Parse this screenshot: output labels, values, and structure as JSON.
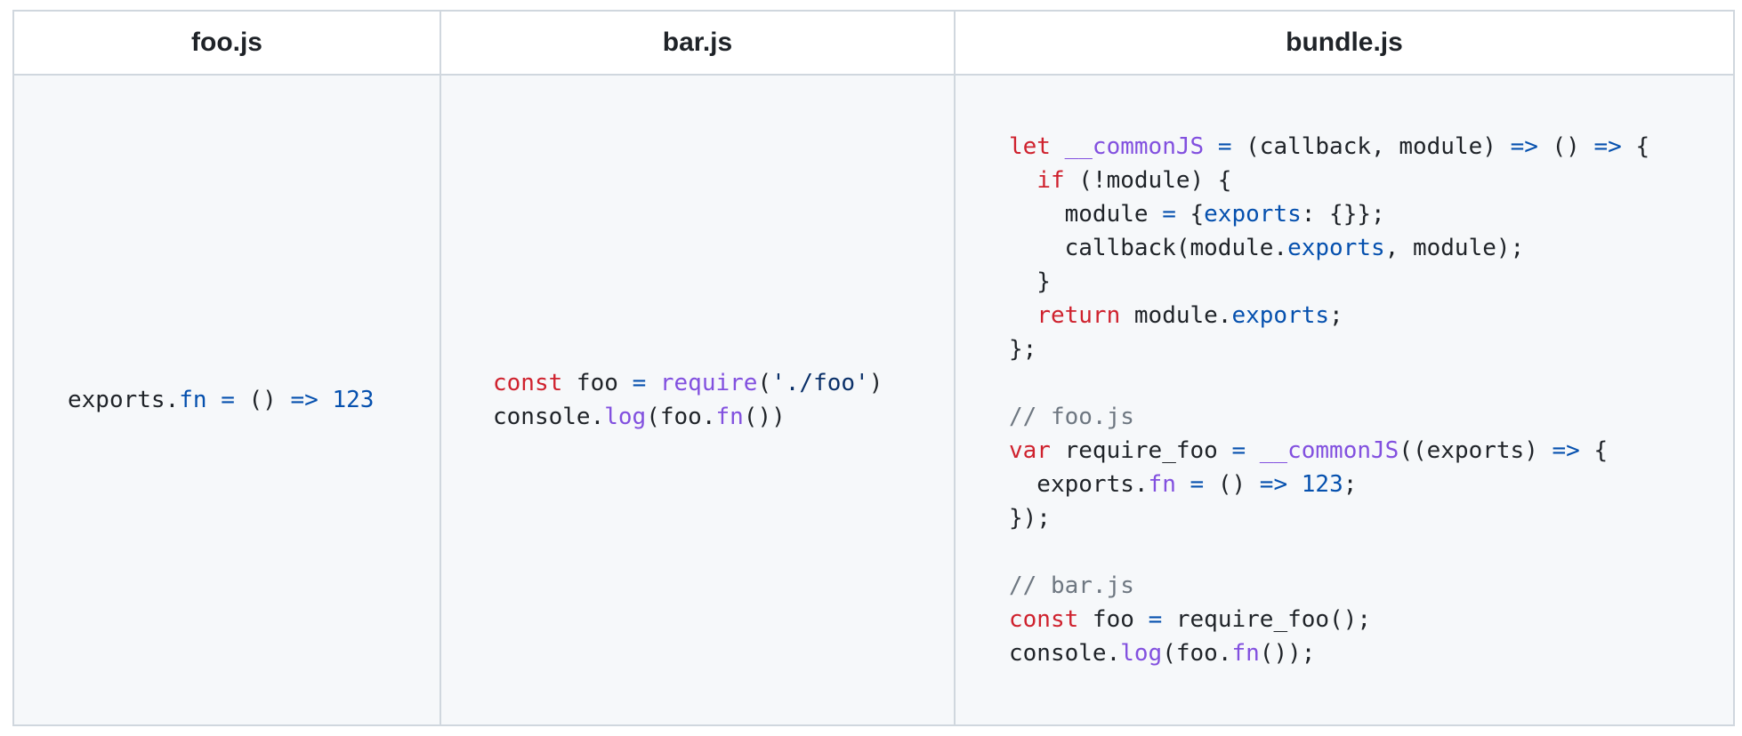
{
  "table": {
    "headers": [
      "foo.js",
      "bar.js",
      "bundle.js"
    ]
  },
  "colors": {
    "keyword": "#cf222e",
    "function": "#8250df",
    "property": "#0550ae",
    "string": "#0a3069",
    "comment": "#6e7781",
    "text": "#1f2328",
    "cell_background": "#f6f8fa",
    "border": "#d0d7de"
  },
  "files": [
    {
      "name": "foo.js",
      "lines": [
        [
          [
            "plain",
            "exports."
          ],
          [
            "prop",
            "fn"
          ],
          [
            "op",
            " = "
          ],
          [
            "plain",
            "() "
          ],
          [
            "op",
            "=>"
          ],
          [
            "plain",
            " "
          ],
          [
            "num",
            "123"
          ]
        ]
      ]
    },
    {
      "name": "bar.js",
      "lines": [
        [
          [
            "keyword",
            "const"
          ],
          [
            "plain",
            " foo "
          ],
          [
            "op",
            "="
          ],
          [
            "plain",
            " "
          ],
          [
            "func",
            "require"
          ],
          [
            "plain",
            "("
          ],
          [
            "str",
            "'./foo'"
          ],
          [
            "plain",
            ")"
          ]
        ],
        [
          [
            "plain",
            "console."
          ],
          [
            "func",
            "log"
          ],
          [
            "plain",
            "(foo."
          ],
          [
            "func",
            "fn"
          ],
          [
            "plain",
            "())"
          ]
        ]
      ]
    },
    {
      "name": "bundle.js",
      "lines": [
        [
          [
            "keyword",
            "let"
          ],
          [
            "plain",
            " "
          ],
          [
            "func",
            "__commonJS"
          ],
          [
            "plain",
            " "
          ],
          [
            "op",
            "="
          ],
          [
            "plain",
            " (callback, module) "
          ],
          [
            "op",
            "=>"
          ],
          [
            "plain",
            " () "
          ],
          [
            "op",
            "=>"
          ],
          [
            "plain",
            " {"
          ]
        ],
        [
          [
            "plain",
            "  "
          ],
          [
            "keyword",
            "if"
          ],
          [
            "plain",
            " (!module) {"
          ]
        ],
        [
          [
            "plain",
            "    module "
          ],
          [
            "op",
            "="
          ],
          [
            "plain",
            " {"
          ],
          [
            "prop",
            "exports"
          ],
          [
            "plain",
            ": {}};"
          ]
        ],
        [
          [
            "plain",
            "    callback(module."
          ],
          [
            "prop",
            "exports"
          ],
          [
            "plain",
            ", module);"
          ]
        ],
        [
          [
            "plain",
            "  }"
          ]
        ],
        [
          [
            "plain",
            "  "
          ],
          [
            "keyword",
            "return"
          ],
          [
            "plain",
            " module."
          ],
          [
            "prop",
            "exports"
          ],
          [
            "plain",
            ";"
          ]
        ],
        [
          [
            "plain",
            "};"
          ]
        ],
        [],
        [
          [
            "comment",
            "// foo.js"
          ]
        ],
        [
          [
            "keyword",
            "var"
          ],
          [
            "plain",
            " require_foo "
          ],
          [
            "op",
            "="
          ],
          [
            "plain",
            " "
          ],
          [
            "func",
            "__commonJS"
          ],
          [
            "plain",
            "((exports) "
          ],
          [
            "op",
            "=>"
          ],
          [
            "plain",
            " {"
          ]
        ],
        [
          [
            "plain",
            "  exports."
          ],
          [
            "func",
            "fn"
          ],
          [
            "op",
            " = "
          ],
          [
            "plain",
            "() "
          ],
          [
            "op",
            "=>"
          ],
          [
            "plain",
            " "
          ],
          [
            "num",
            "123"
          ],
          [
            "plain",
            ";"
          ]
        ],
        [
          [
            "plain",
            "});"
          ]
        ],
        [],
        [
          [
            "comment",
            "// bar.js"
          ]
        ],
        [
          [
            "keyword",
            "const"
          ],
          [
            "plain",
            " foo "
          ],
          [
            "op",
            "="
          ],
          [
            "plain",
            " require_foo();"
          ]
        ],
        [
          [
            "plain",
            "console."
          ],
          [
            "func",
            "log"
          ],
          [
            "plain",
            "(foo."
          ],
          [
            "func",
            "fn"
          ],
          [
            "plain",
            "());"
          ]
        ]
      ]
    }
  ]
}
